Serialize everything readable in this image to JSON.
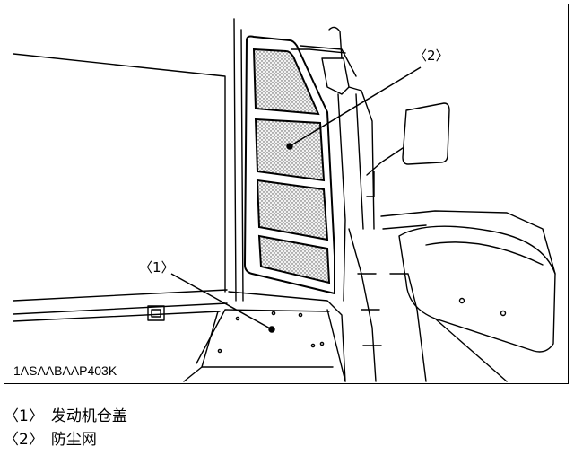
{
  "figure": {
    "callouts": [
      {
        "id": "1",
        "label": "〈1〉"
      },
      {
        "id": "2",
        "label": "〈2〉"
      }
    ],
    "image_code": "1ASAABAAP403K"
  },
  "legend": [
    {
      "number": "〈1〉",
      "text": "发动机仓盖"
    },
    {
      "number": "〈2〉",
      "text": "防尘网"
    }
  ]
}
